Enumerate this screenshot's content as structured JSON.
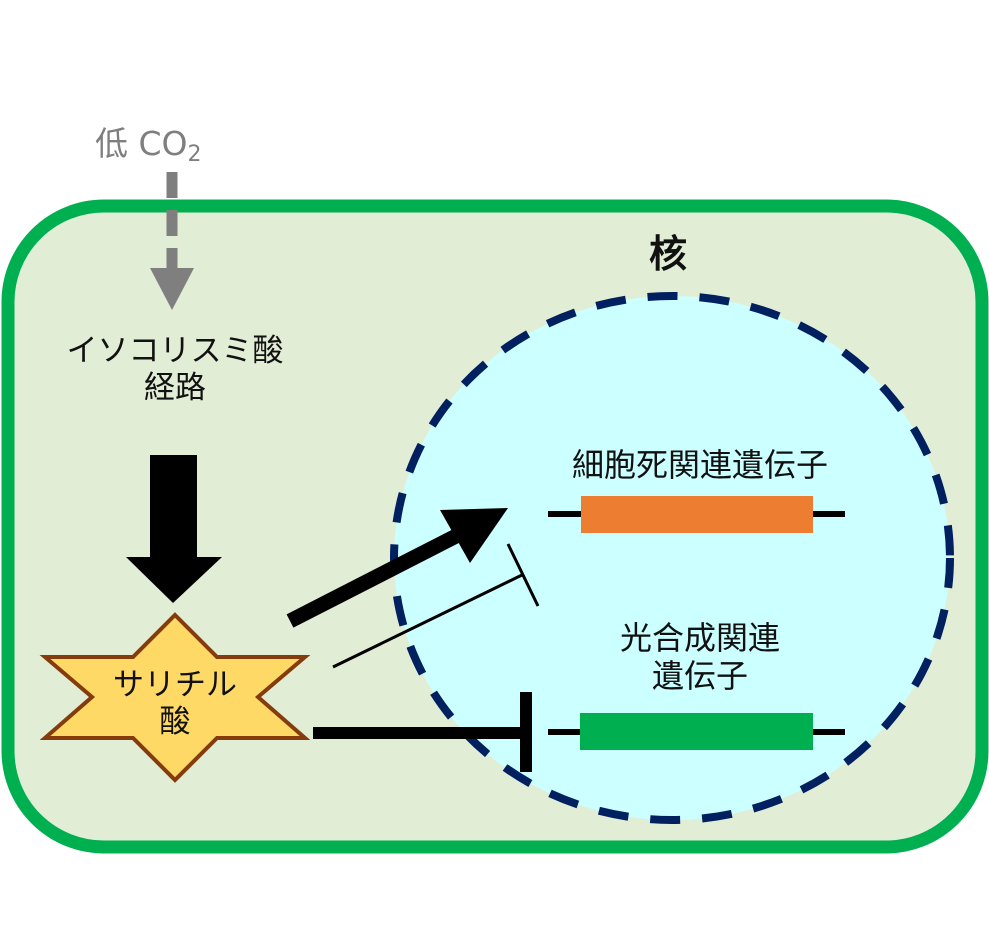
{
  "colors": {
    "cell_fill": "#E2EDD6",
    "cell_outline": "#00B050",
    "nucleus_fill": "#CCFFFF",
    "nucleus_outline": "#002060",
    "sa_fill": "#FFD966",
    "sa_outline": "#843C0C",
    "gene_cell_death": "#ED7D31",
    "gene_photosynthesis": "#00B050",
    "input_gray": "#7F7F7F",
    "arrow_black": "#000000"
  },
  "input": {
    "prefix": "低 CO",
    "subscript": "2"
  },
  "pathway": {
    "line1": "イソコリスミ酸",
    "line2": "経路"
  },
  "salicylic_acid": {
    "line1": "サリチル",
    "line2": "酸"
  },
  "nucleus": {
    "label": "核"
  },
  "genes": [
    {
      "label_line1": "細胞死関連遺伝子",
      "label_line2": "",
      "effect": "activation (strong)"
    },
    {
      "label_line1": "光合成関連",
      "label_line2": "遺伝子",
      "effect": "inhibition (strong)"
    }
  ],
  "relations": [
    {
      "from": "低 CO2",
      "to": "イソコリスミ酸経路",
      "type": "induces (dashed)"
    },
    {
      "from": "イソコリスミ酸経路",
      "to": "サリチル酸",
      "type": "produces"
    },
    {
      "from": "サリチル酸",
      "to": "細胞死関連遺伝子",
      "type": "activates"
    },
    {
      "from": "サリチル酸",
      "to": "細胞死関連遺伝子",
      "type": "weak inhibition"
    },
    {
      "from": "サリチル酸",
      "to": "光合成関連遺伝子",
      "type": "inhibits"
    }
  ]
}
